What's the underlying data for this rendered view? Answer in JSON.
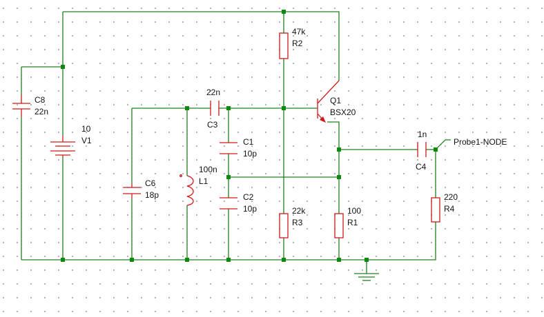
{
  "components": {
    "c8": {
      "name": "C8",
      "value": "22n"
    },
    "v1": {
      "name": "V1",
      "value": "10"
    },
    "c6": {
      "name": "C6",
      "value": "18p"
    },
    "l1": {
      "name": "L1",
      "value": "100n"
    },
    "c3": {
      "name": "C3",
      "value": "22n"
    },
    "c1": {
      "name": "C1",
      "value": "10p"
    },
    "c2": {
      "name": "C2",
      "value": "10p"
    },
    "r2": {
      "name": "R2",
      "value": "47k"
    },
    "r3": {
      "name": "R3",
      "value": "22k"
    },
    "q1": {
      "name": "Q1",
      "value": "BSX20"
    },
    "r1": {
      "name": "R1",
      "value": "100"
    },
    "c4": {
      "name": "C4",
      "value": "1n"
    },
    "r4": {
      "name": "R4",
      "value": "220"
    }
  },
  "probe": {
    "label": "Probe1-NODE"
  }
}
